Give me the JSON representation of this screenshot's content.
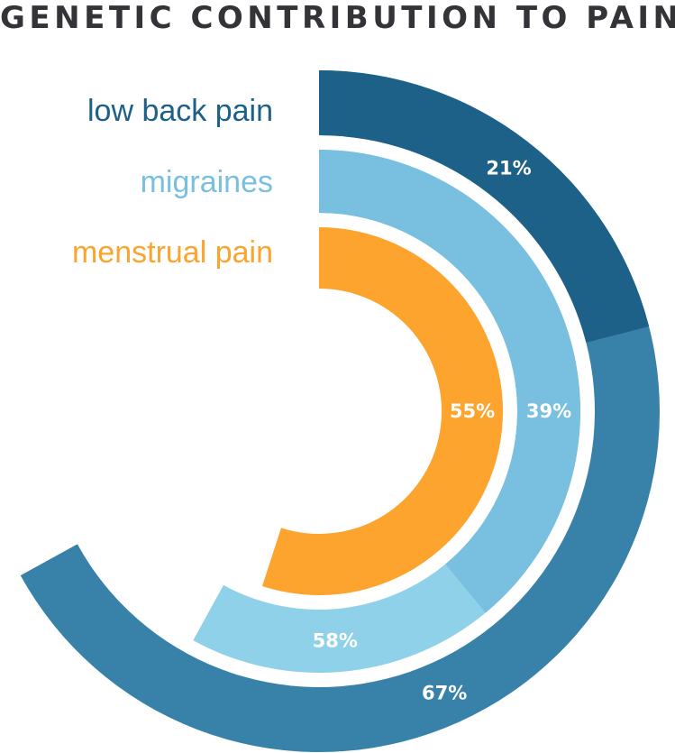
{
  "chart_data": {
    "type": "radial-bar",
    "title": "GENETIC CONTRIBUTION TO PAIN",
    "unit": "%",
    "range": [
      0,
      100
    ],
    "series": [
      {
        "name": "low back pain",
        "values": [
          21,
          67
        ],
        "labels": [
          "21%",
          "67%"
        ],
        "colors": [
          "#1d6088",
          "#3882a9"
        ],
        "legend_color": "#1d6088"
      },
      {
        "name": "migraines",
        "values": [
          39,
          58
        ],
        "labels": [
          "39%",
          "58%"
        ],
        "colors": [
          "#78bfe0",
          "#90d1ea"
        ],
        "legend_color": "#78bfe0"
      },
      {
        "name": "menstrual pain",
        "values": [
          55
        ],
        "labels": [
          "55%"
        ],
        "colors": [
          "#fca42e"
        ],
        "legend_color": "#fca42e"
      }
    ]
  }
}
